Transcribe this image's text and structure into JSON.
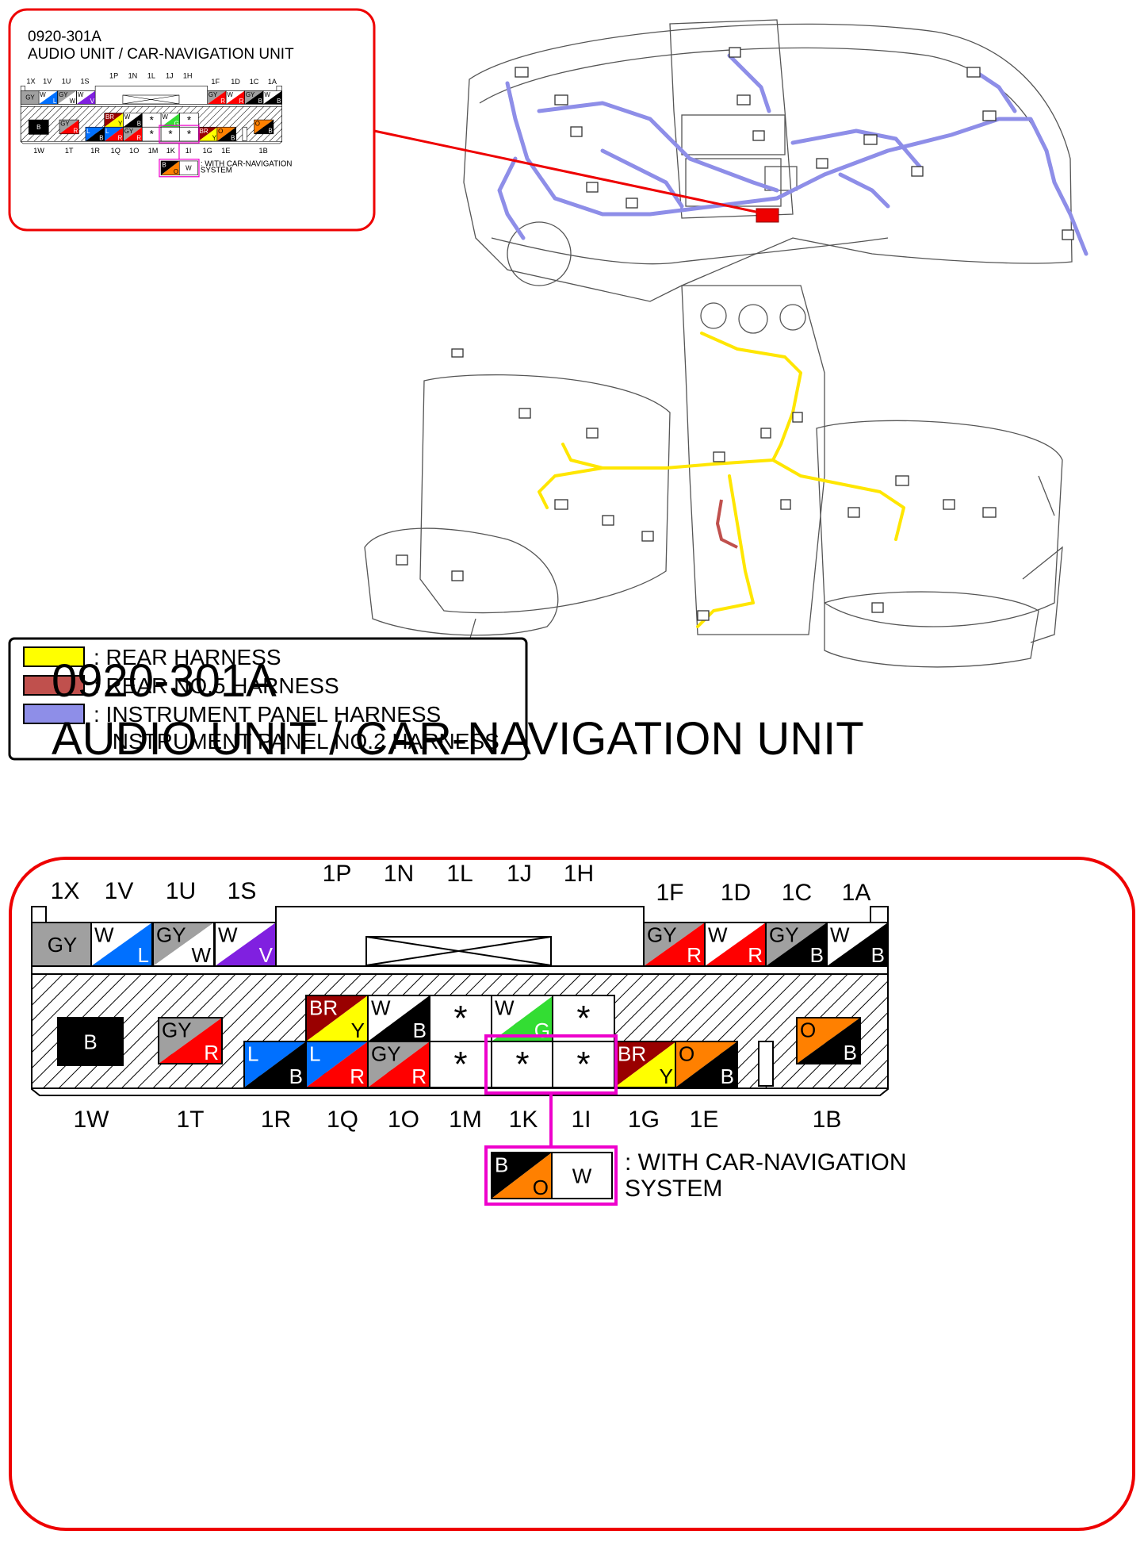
{
  "connector": {
    "code": "0920-301A",
    "name": "AUDIO UNIT / CAR-NAVIGATION UNIT",
    "nav_note": ": WITH CAR-NAVIGATION SYSTEM",
    "nav_note_line1": ": WITH CAR-NAVIGATION",
    "nav_note_line2": "SYSTEM"
  },
  "top_labels_left": [
    "1X",
    "1V",
    "1U",
    "1S"
  ],
  "top_labels_center": [
    "1P",
    "1N",
    "1L",
    "1J",
    "1H"
  ],
  "top_labels_right": [
    "1F",
    "1D",
    "1C",
    "1A"
  ],
  "bottom_labels": [
    "1W",
    "1T",
    "1R",
    "1Q",
    "1O",
    "1M",
    "1K",
    "1I",
    "1G",
    "1E",
    "1B"
  ],
  "pins_top_left": [
    {
      "id": "1X",
      "c1": "GY",
      "c2": null
    },
    {
      "id": "1V",
      "c1": "W",
      "c2": "L"
    },
    {
      "id": "1U",
      "c1": "GY",
      "c2": "W"
    },
    {
      "id": "1S",
      "c1": "W",
      "c2": "V"
    }
  ],
  "pins_top_right": [
    {
      "id": "1F",
      "c1": "GY",
      "c2": "R"
    },
    {
      "id": "1D",
      "c1": "W",
      "c2": "R"
    },
    {
      "id": "1C",
      "c1": "GY",
      "c2": "B"
    },
    {
      "id": "1A",
      "c1": "W",
      "c2": "B"
    }
  ],
  "pins_upper_row": [
    {
      "c1": "BR",
      "c2": "Y"
    },
    {
      "c1": "W",
      "c2": "B"
    },
    {
      "c1": "*",
      "c2": null
    },
    {
      "c1": "W",
      "c2": "G"
    },
    {
      "c1": "*",
      "c2": null
    }
  ],
  "pins_lower_row": [
    {
      "id": "1R",
      "c1": "L",
      "c2": "B"
    },
    {
      "id": "1Q",
      "c1": "L",
      "c2": "R"
    },
    {
      "id": "1O",
      "c1": "GY",
      "c2": "R"
    },
    {
      "id": "1M",
      "c1": "*",
      "c2": null
    },
    {
      "id": "1K",
      "c1": "*",
      "c2": null
    },
    {
      "id": "1I",
      "c1": "*",
      "c2": null
    },
    {
      "id": "1G",
      "c1": "BR",
      "c2": "Y"
    },
    {
      "id": "1E",
      "c1": "O",
      "c2": "B"
    }
  ],
  "pins_single": [
    {
      "id": "1W",
      "c1": "B"
    },
    {
      "id": "1T",
      "c1": "GY",
      "c2": "R"
    },
    {
      "id": "1B",
      "c1": "O",
      "c2": "B"
    }
  ],
  "nav_pins": [
    {
      "c1": "B",
      "c2": "O"
    },
    {
      "c1": "W",
      "c2": null
    }
  ],
  "legend": [
    {
      "color": "#ffff00",
      "label": ": REAR HARNESS"
    },
    {
      "color": "#c0504d",
      "label": ": REAR NO.5 HARNESS"
    },
    {
      "color": "#8e8ee8",
      "label": ": INSTRUMENT PANEL HARNESS"
    },
    {
      "color": null,
      "label": "INSTRUMENT PANEL NO.2 HARNESS"
    }
  ],
  "wire_colors": {
    "GY": "#a0a0a0",
    "W": "#ffffff",
    "L": "#0070ff",
    "V": "#8020e0",
    "R": "#ff0000",
    "B": "#000000",
    "BR": "#990000",
    "Y": "#ffff00",
    "G": "#33dd33",
    "O": "#ff8000"
  },
  "accent": {
    "callout": "#ee0000",
    "nav_box": "#ee00cc",
    "harness_blue": "#8e8ee8",
    "harness_yellow": "#ffe600",
    "harness_red": "#c0504d"
  }
}
